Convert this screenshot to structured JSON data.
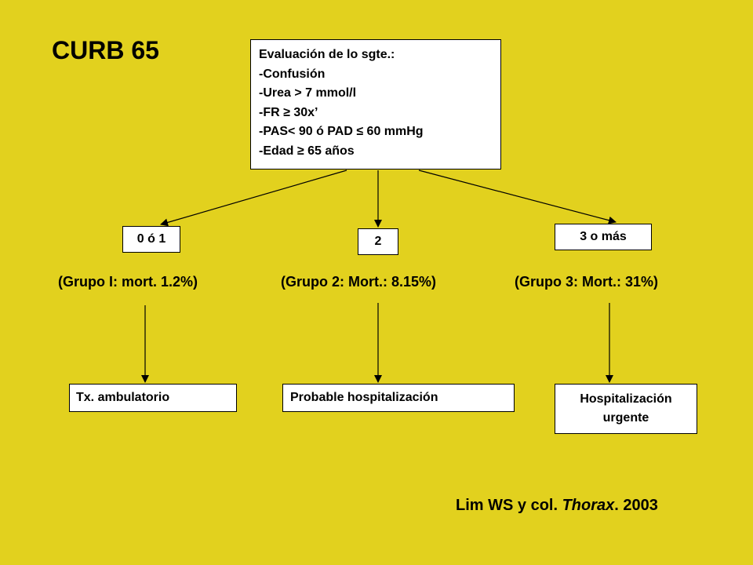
{
  "title": "CURB 65",
  "criteria": {
    "heading": "Evaluación de lo sgte.:",
    "items": [
      "-Confusión",
      "-Urea > 7 mmol/l",
      "-FR ≥ 30x’",
      "-PAS< 90 ó PAD ≤ 60 mmHg",
      "-Edad ≥ 65 años"
    ]
  },
  "scores": [
    {
      "label": "0 ó 1",
      "group": "(Grupo I: mort. 1.2%)",
      "outcome": "Tx. ambulatorio"
    },
    {
      "label": "2",
      "group": "(Grupo 2: Mort.: 8.15%)",
      "outcome": "Probable hospitalización"
    },
    {
      "label": "3 o más",
      "group": "(Grupo 3: Mort.: 31%)",
      "outcome_line1": "Hospitalización",
      "outcome_line2": "urgente"
    }
  ],
  "citation": {
    "authors": "Lim  WS y col.",
    "journal": "Thorax",
    "year": ". 2003"
  },
  "colors": {
    "background": "#e2d11e",
    "box": "#ffffff",
    "line": "#000000"
  }
}
